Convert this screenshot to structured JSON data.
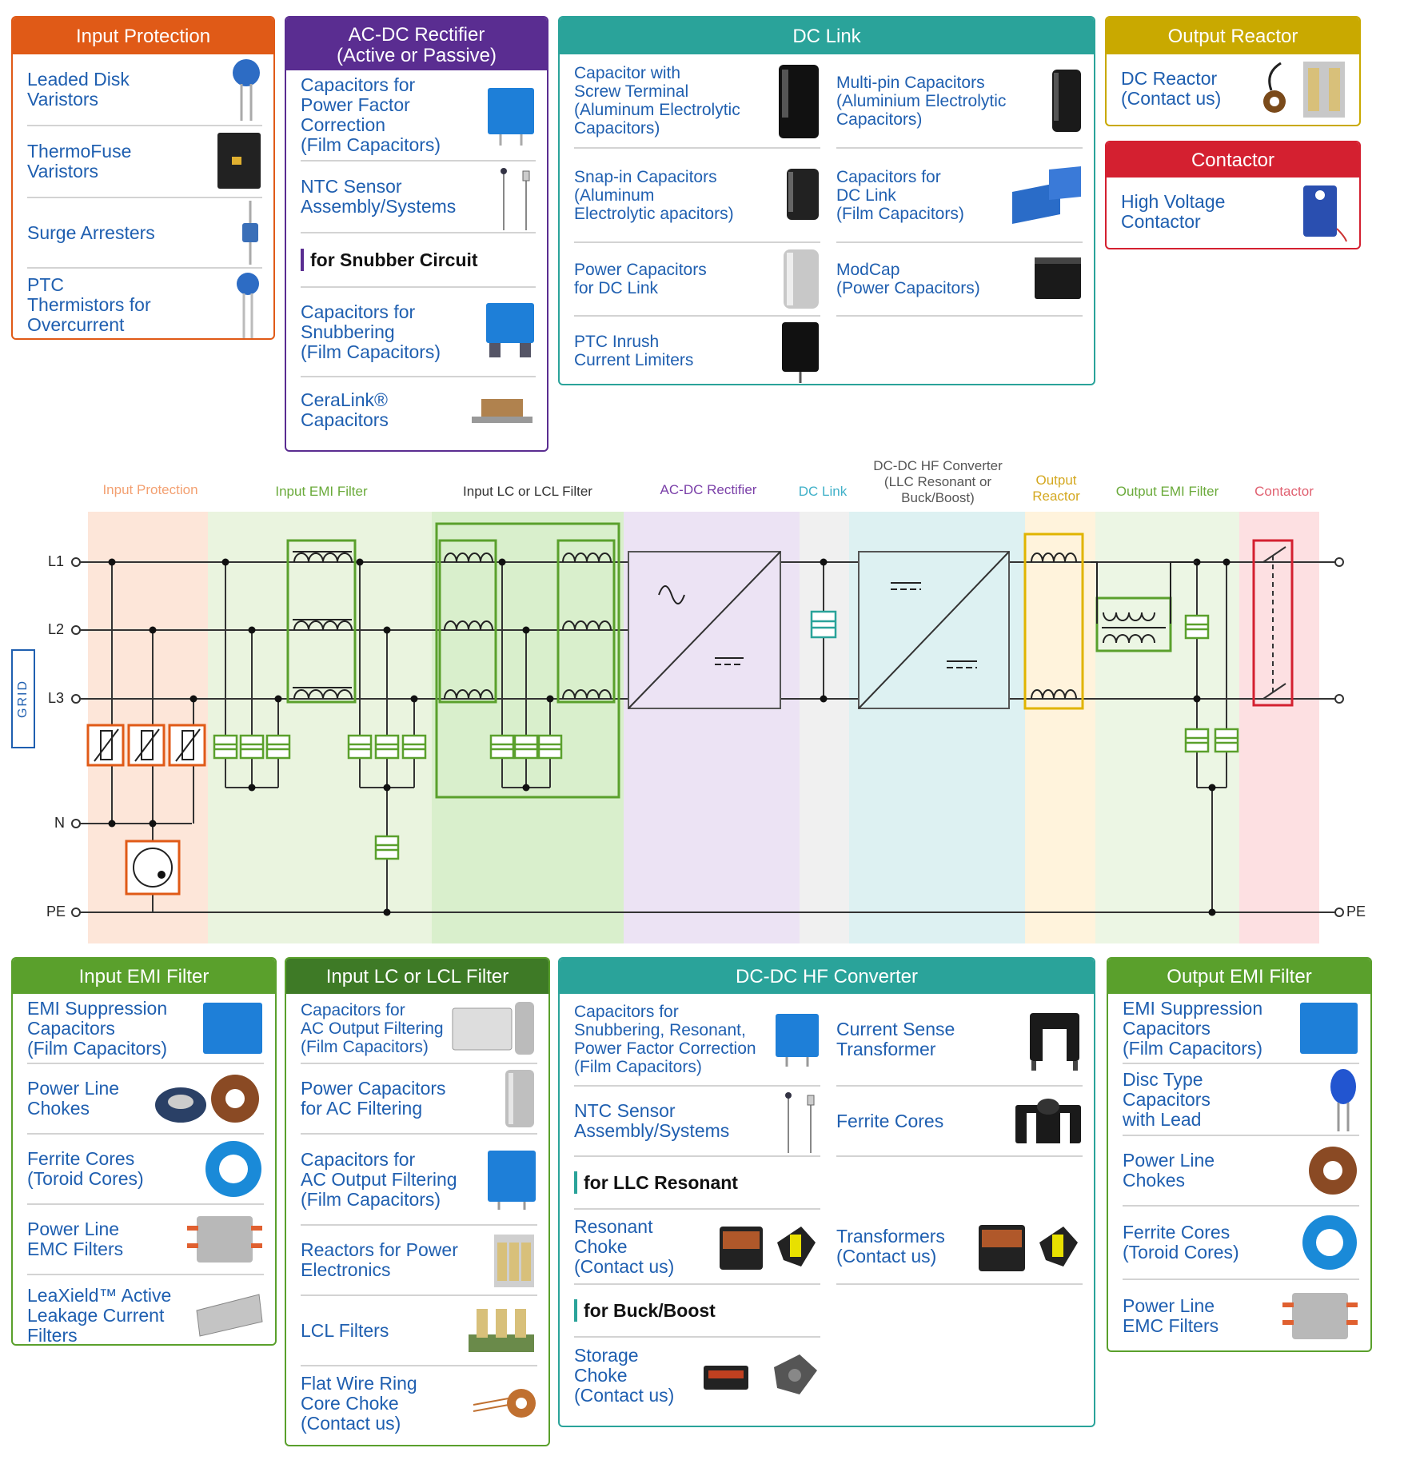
{
  "colors": {
    "orange": "#e05a17",
    "purple": "#5a2d91",
    "teal": "#2aa39a",
    "gold": "#c9a900",
    "red": "#d42030",
    "green": "#5aa02c",
    "blue_text": "#1f5fb0"
  },
  "top": {
    "input_protection": {
      "title": "Input Protection",
      "items": [
        "Leaded Disk\nVaristors",
        "ThermoFuse\nVaristors",
        "Surge Arresters",
        "PTC\nThermistors for\nOvercurrent"
      ]
    },
    "ac_dc": {
      "title_line1": "AC-DC Rectifier",
      "title_line2": "(Active or Passive)",
      "items": [
        "Capacitors for\nPower Factor\nCorrection\n(Film Capacitors)",
        "NTC Sensor\nAssembly/Systems"
      ],
      "snubber_heading": "for Snubber Circuit",
      "snubber_items": [
        "Capacitors for\nSnubbering\n(Film Capacitors)",
        "CeraLink®\nCapacitors"
      ]
    },
    "dc_link": {
      "title": "DC Link",
      "left": [
        "Capacitor with\nScrew Terminal\n(Aluminum Electrolytic\nCapacitors)",
        "Snap-in Capacitors\n(Aluminum\nElectrolytic apacitors)",
        "Power Capacitors\nfor DC Link",
        "PTC Inrush\nCurrent Limiters"
      ],
      "right": [
        "Multi-pin Capacitors\n(Aluminium Electrolytic\nCapacitors)",
        "Capacitors for\nDC Link\n(Film Capacitors)",
        "ModCap\n(Power Capacitors)"
      ]
    },
    "output_reactor": {
      "title": "Output Reactor",
      "items": [
        "DC Reactor\n(Contact us)"
      ]
    },
    "contactor": {
      "title": "Contactor",
      "items": [
        "High Voltage\nContactor"
      ]
    }
  },
  "diagram": {
    "stages": [
      "Input Protection",
      "Input EMI Filter",
      "Input LC or LCL Filter",
      "AC-DC Rectifier",
      "DC Link",
      "DC-DC HF Converter\n(LLC Resonant or\nBuck/Boost)",
      "Output\nReactor",
      "Output EMI Filter",
      "Contactor"
    ],
    "lines": [
      "L1",
      "L2",
      "L3",
      "N",
      "PE"
    ],
    "grid_label": "GRID",
    "pe_right": "PE"
  },
  "bottom": {
    "input_emi": {
      "title": "Input EMI Filter",
      "items": [
        "EMI Suppression\nCapacitors\n(Film Capacitors)",
        "Power Line\nChokes",
        "Ferrite Cores\n(Toroid Cores)",
        "Power Line\nEMC Filters",
        "LeaXield™ Active\nLeakage Current\nFilters"
      ]
    },
    "input_lc": {
      "title": "Input LC or LCL Filter",
      "items": [
        "Capacitors for\nAC Output Filtering\n(Film Capacitors)",
        "Power Capacitors\nfor AC Filtering",
        "Capacitors for\nAC Output Filtering\n(Film Capacitors)",
        "Reactors for Power\nElectronics",
        "LCL Filters",
        "Flat Wire Ring\nCore Choke\n(Contact us)"
      ]
    },
    "dcdc": {
      "title": "DC-DC HF Converter",
      "left": [
        "Capacitors for\nSnubbering, Resonant,\nPower Factor Correction\n(Film Capacitors)",
        "NTC Sensor\nAssembly/Systems"
      ],
      "right": [
        "Current Sense\nTransformer",
        "Ferrite Cores"
      ],
      "llc_heading": "for LLC Resonant",
      "llc_left": "Resonant\nChoke\n(Contact us)",
      "llc_right": "Transformers\n(Contact us)",
      "buck_heading": "for Buck/Boost",
      "buck_item": "Storage\nChoke\n(Contact us)"
    },
    "output_emi": {
      "title": "Output EMI Filter",
      "items": [
        "EMI Suppression\nCapacitors\n(Film Capacitors)",
        "Disc Type\nCapacitors\nwith Lead",
        "Power Line\nChokes",
        "Ferrite Cores\n(Toroid Cores)",
        "Power Line\nEMC Filters"
      ]
    }
  }
}
